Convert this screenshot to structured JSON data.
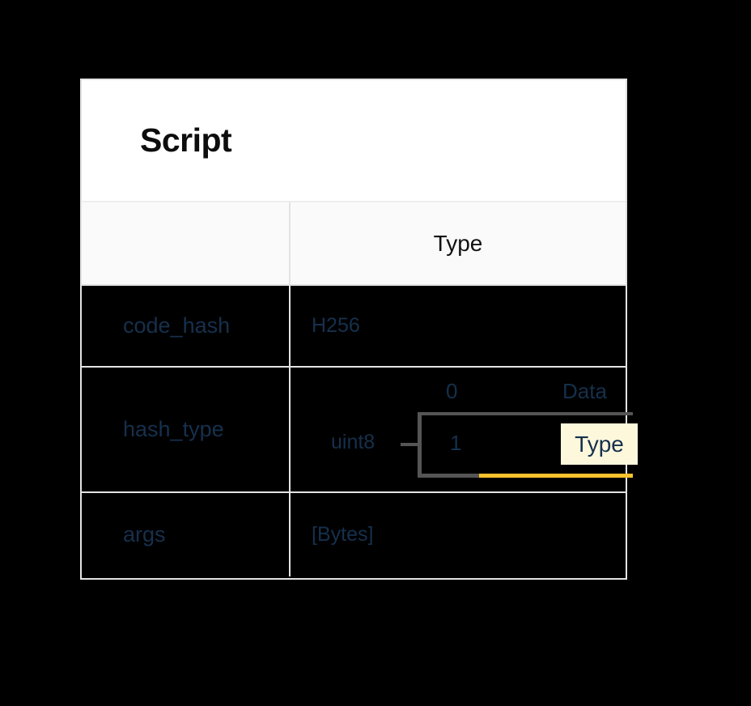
{
  "table": {
    "title": "Script",
    "columns": {
      "name_header": "",
      "type_header": "Type"
    },
    "rows": [
      {
        "name": "code_hash",
        "type": "H256"
      },
      {
        "name": "hash_type",
        "type": ""
      },
      {
        "name": "args",
        "type": "[Bytes]"
      }
    ]
  },
  "hash_type_diagram": {
    "base_type": "uint8",
    "branches": [
      {
        "value": "0",
        "label": "Data",
        "highlighted": false
      },
      {
        "value": "1",
        "label": "Type",
        "highlighted": true
      }
    ]
  },
  "colors": {
    "page_background": "#000000",
    "table_border": "#e3e3e3",
    "title_background": "#ffffff",
    "header_background": "#fafafa",
    "row_background": "#000000",
    "field_text": "#16304d",
    "title_text": "#0d0d0d",
    "connector_line": "#555555",
    "highlight_accent": "#f9c22e",
    "highlight_chip_background": "#fdf8dc"
  }
}
